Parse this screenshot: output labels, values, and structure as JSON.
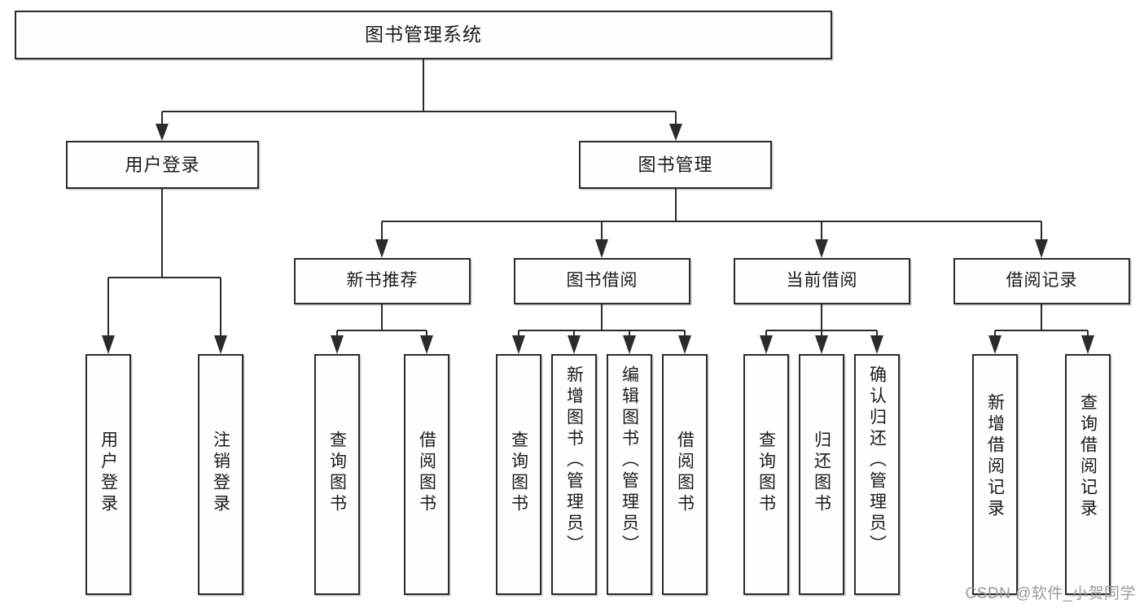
{
  "diagram": {
    "type": "tree",
    "title": "图书管理系统",
    "watermark": "CSDN @软件_小贺同学",
    "colors": {
      "stroke": "#2b2b2b",
      "fill": "#fefefe",
      "text": "#1a1a1a",
      "watermark": "#9a9a9a"
    },
    "nodes": {
      "root": {
        "label": "图书管理系统"
      },
      "level1": [
        {
          "label": "用户登录"
        },
        {
          "label": "图书管理"
        }
      ],
      "level2": [
        {
          "label": "新书推荐"
        },
        {
          "label": "图书借阅"
        },
        {
          "label": "当前借阅"
        },
        {
          "label": "借阅记录"
        }
      ],
      "leaves": [
        {
          "label": "用户登录",
          "parent": "用户登录"
        },
        {
          "label": "注销登录",
          "parent": "用户登录"
        },
        {
          "label": "查询图书",
          "parent": "新书推荐"
        },
        {
          "label": "借阅图书",
          "parent": "新书推荐"
        },
        {
          "label": "查询图书",
          "parent": "图书借阅"
        },
        {
          "label": "新增图书（管理员）",
          "parent": "图书借阅"
        },
        {
          "label": "编辑图书（管理员）",
          "parent": "图书借阅"
        },
        {
          "label": "借阅图书",
          "parent": "图书借阅"
        },
        {
          "label": "查询图书",
          "parent": "当前借阅"
        },
        {
          "label": "归还图书",
          "parent": "当前借阅"
        },
        {
          "label": "确认归还（管理员）",
          "parent": "当前借阅"
        },
        {
          "label": "新增借阅记录",
          "parent": "借阅记录"
        },
        {
          "label": "查询借阅记录",
          "parent": "借阅记录"
        }
      ]
    }
  }
}
